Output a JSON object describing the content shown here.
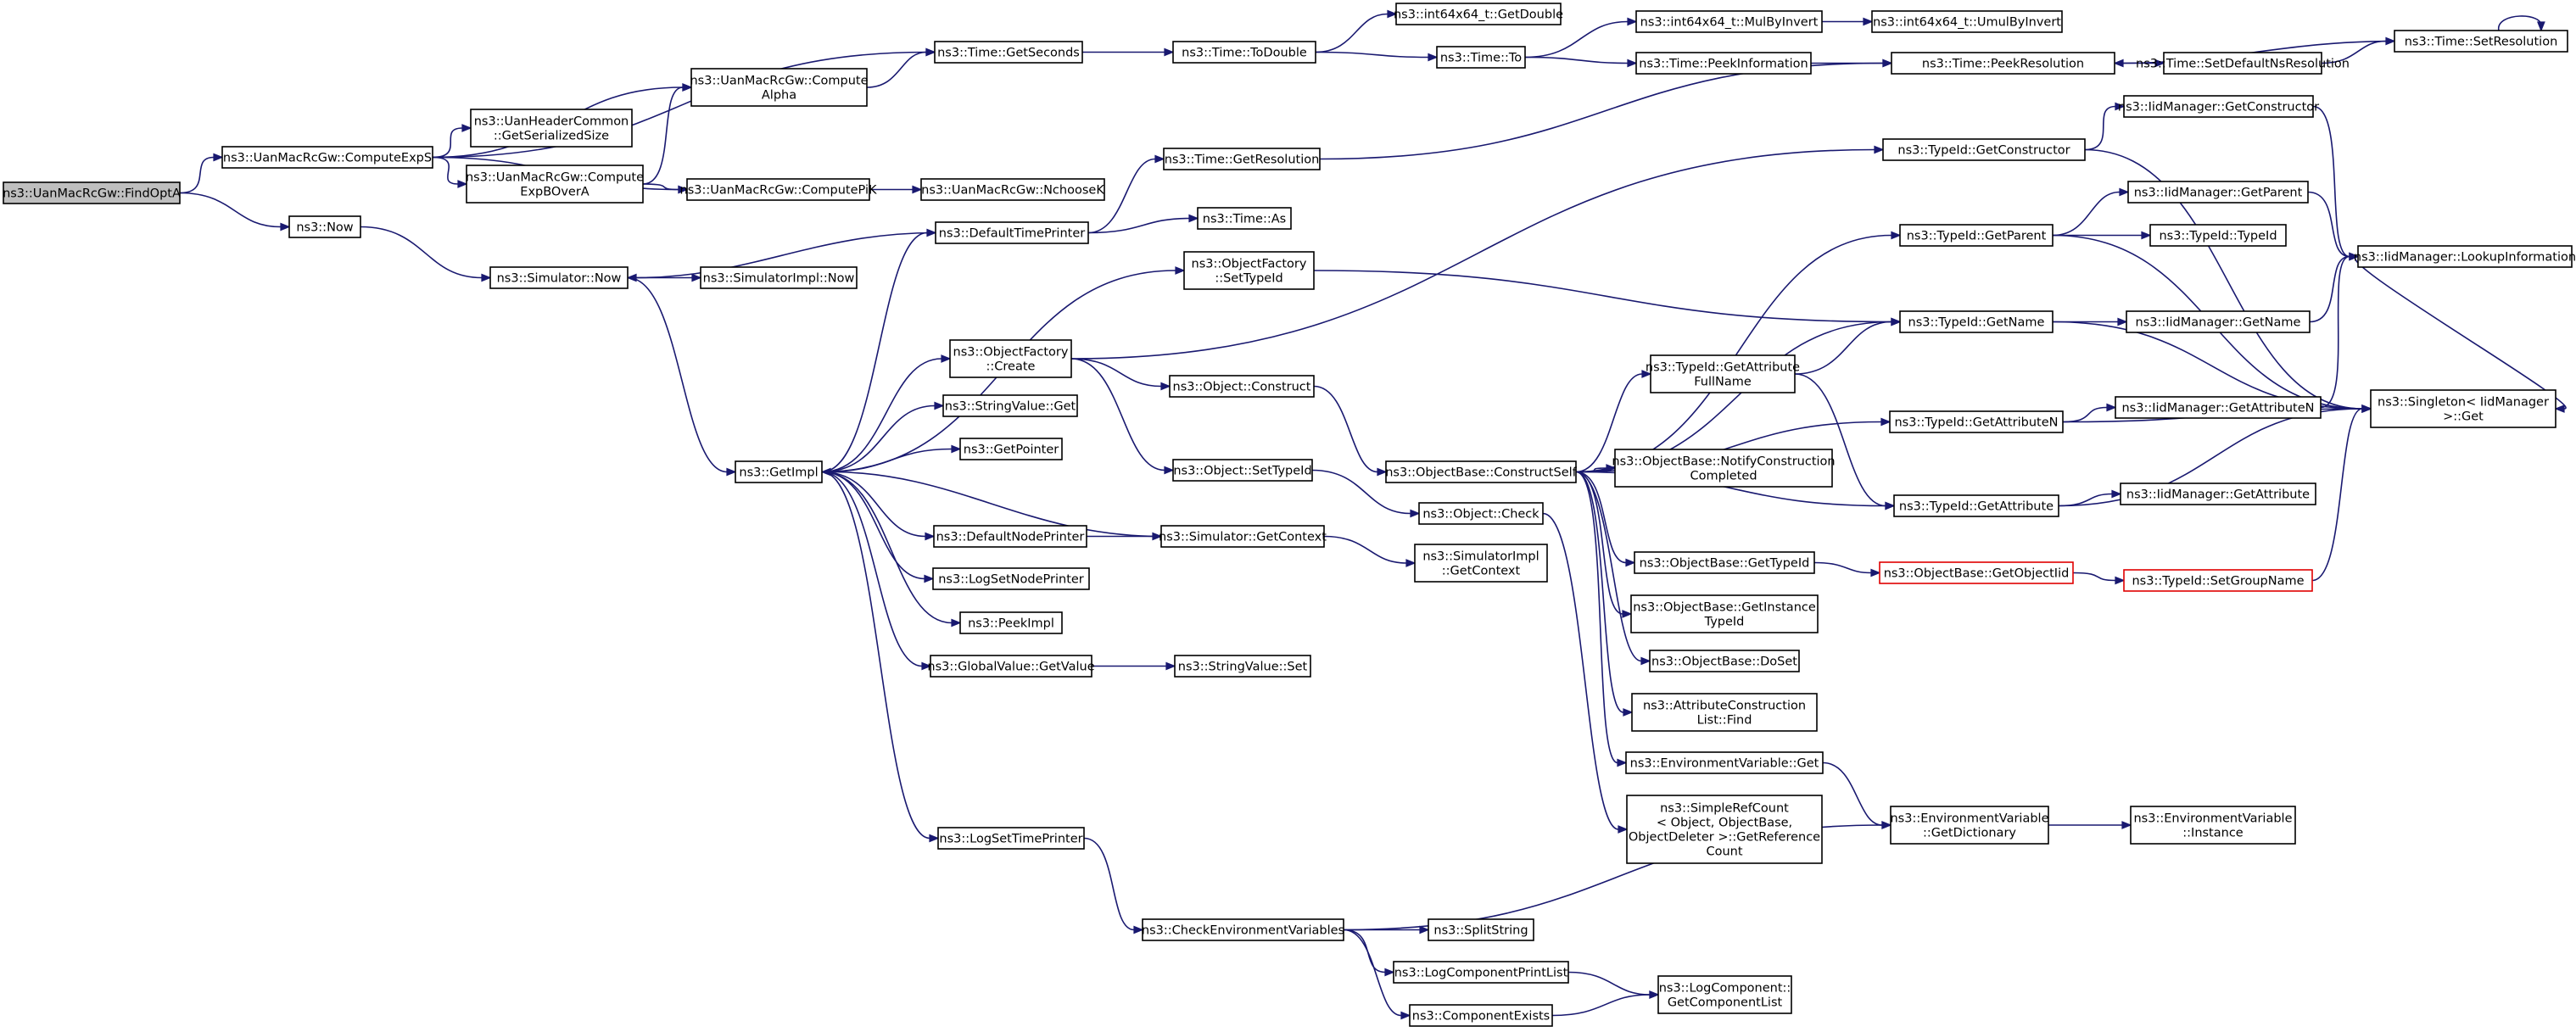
{
  "diagram": {
    "colors": {
      "edge": "#191970",
      "root_fill": "#bfbfbf",
      "highlight_border": "#e00000"
    },
    "nodes": [
      {
        "id": "n1",
        "label": [
          "ns3::UanMacRcGw::FindOptA"
        ],
        "style": "root"
      },
      {
        "id": "n2",
        "label": [
          "ns3::UanMacRcGw::ComputeExpS"
        ]
      },
      {
        "id": "n3",
        "label": [
          "ns3::Now"
        ]
      },
      {
        "id": "n4",
        "label": [
          "ns3::UanMacRcGw::Compute",
          "Alpha"
        ]
      },
      {
        "id": "n5",
        "label": [
          "ns3::UanHeaderCommon",
          "::GetSerializedSize"
        ]
      },
      {
        "id": "n6",
        "label": [
          "ns3::UanMacRcGw::Compute",
          "ExpBOverA"
        ]
      },
      {
        "id": "n7",
        "label": [
          "ns3::Time::GetSeconds"
        ]
      },
      {
        "id": "n8",
        "label": [
          "ns3::UanMacRcGw::ComputePiK"
        ]
      },
      {
        "id": "n9",
        "label": [
          "ns3::UanMacRcGw::NchooseK"
        ]
      },
      {
        "id": "n10",
        "label": [
          "ns3::Time::ToDouble"
        ]
      },
      {
        "id": "n11",
        "label": [
          "ns3::int64x64_t::GetDouble"
        ]
      },
      {
        "id": "n12",
        "label": [
          "ns3::Time::To"
        ]
      },
      {
        "id": "n13",
        "label": [
          "ns3::int64x64_t::MulByInvert"
        ]
      },
      {
        "id": "n14",
        "label": [
          "ns3::int64x64_t::UmulByInvert"
        ]
      },
      {
        "id": "n15",
        "label": [
          "ns3::Time::PeekInformation"
        ]
      },
      {
        "id": "n16",
        "label": [
          "ns3::Time::PeekResolution"
        ]
      },
      {
        "id": "n17",
        "label": [
          "ns3::Time::SetDefaultNsResolution"
        ]
      },
      {
        "id": "n18",
        "label": [
          "ns3::Time::SetResolution"
        ]
      },
      {
        "id": "n19",
        "label": [
          "ns3::Simulator::Now"
        ]
      },
      {
        "id": "n20",
        "label": [
          "ns3::SimulatorImpl::Now"
        ]
      },
      {
        "id": "n21",
        "label": [
          "ns3::DefaultTimePrinter"
        ]
      },
      {
        "id": "n22",
        "label": [
          "ns3::Time::GetResolution"
        ]
      },
      {
        "id": "n23",
        "label": [
          "ns3::Time::As"
        ]
      },
      {
        "id": "n24",
        "label": [
          "ns3::GetImpl"
        ]
      },
      {
        "id": "n25",
        "label": [
          "ns3::ObjectFactory",
          "::SetTypeId"
        ]
      },
      {
        "id": "n26",
        "label": [
          "ns3::ObjectFactory",
          "::Create"
        ]
      },
      {
        "id": "n27",
        "label": [
          "ns3::StringValue::Get"
        ]
      },
      {
        "id": "n28",
        "label": [
          "ns3::GetPointer"
        ]
      },
      {
        "id": "n29",
        "label": [
          "ns3::DefaultNodePrinter"
        ]
      },
      {
        "id": "n30",
        "label": [
          "ns3::LogSetNodePrinter"
        ]
      },
      {
        "id": "n31",
        "label": [
          "ns3::PeekImpl"
        ]
      },
      {
        "id": "n32",
        "label": [
          "ns3::GlobalValue::GetValue"
        ]
      },
      {
        "id": "n33",
        "label": [
          "ns3::LogSetTimePrinter"
        ]
      },
      {
        "id": "n34",
        "label": [
          "ns3::Object::Construct"
        ]
      },
      {
        "id": "n35",
        "label": [
          "ns3::Object::SetTypeId"
        ]
      },
      {
        "id": "n36",
        "label": [
          "ns3::Simulator::GetContext"
        ]
      },
      {
        "id": "n37",
        "label": [
          "ns3::StringValue::Set"
        ]
      },
      {
        "id": "n38",
        "label": [
          "ns3::CheckEnvironmentVariables"
        ]
      },
      {
        "id": "n39",
        "label": [
          "ns3::ObjectBase::ConstructSelf"
        ]
      },
      {
        "id": "n40",
        "label": [
          "ns3::Object::Check"
        ]
      },
      {
        "id": "n41",
        "label": [
          "ns3::SimulatorImpl",
          "::GetContext"
        ]
      },
      {
        "id": "n42",
        "label": [
          "ns3::SplitString"
        ]
      },
      {
        "id": "n43",
        "label": [
          "ns3::LogComponentPrintList"
        ]
      },
      {
        "id": "n44",
        "label": [
          "ns3::ComponentExists"
        ]
      },
      {
        "id": "n45",
        "label": [
          "ns3::TypeId::GetAttribute",
          "FullName"
        ]
      },
      {
        "id": "n46",
        "label": [
          "ns3::ObjectBase::NotifyConstruction",
          "Completed"
        ]
      },
      {
        "id": "n47",
        "label": [
          "ns3::ObjectBase::GetTypeId"
        ]
      },
      {
        "id": "n48",
        "label": [
          "ns3::ObjectBase::GetInstance",
          "TypeId"
        ]
      },
      {
        "id": "n49",
        "label": [
          "ns3::ObjectBase::DoSet"
        ]
      },
      {
        "id": "n50",
        "label": [
          "ns3::AttributeConstruction",
          "List::Find"
        ]
      },
      {
        "id": "n51",
        "label": [
          "ns3::EnvironmentVariable::Get"
        ]
      },
      {
        "id": "n52",
        "label": [
          "ns3::SimpleRefCount",
          "< Object, ObjectBase,",
          "ObjectDeleter >::GetReference",
          "Count"
        ]
      },
      {
        "id": "n53",
        "label": [
          "ns3::LogComponent::",
          "GetComponentList"
        ]
      },
      {
        "id": "n54",
        "label": [
          "ns3::TypeId::GetConstructor"
        ]
      },
      {
        "id": "n55",
        "label": [
          "ns3::TypeId::GetParent"
        ]
      },
      {
        "id": "n56",
        "label": [
          "ns3::TypeId::GetName"
        ]
      },
      {
        "id": "n57",
        "label": [
          "ns3::TypeId::GetAttributeN"
        ]
      },
      {
        "id": "n58",
        "label": [
          "ns3::TypeId::GetAttribute"
        ]
      },
      {
        "id": "n59",
        "label": [
          "ns3::ObjectBase::GetObjectIid"
        ],
        "style": "red"
      },
      {
        "id": "n60",
        "label": [
          "ns3::EnvironmentVariable",
          "::GetDictionary"
        ]
      },
      {
        "id": "n61",
        "label": [
          "ns3::IidManager::GetConstructor"
        ]
      },
      {
        "id": "n62",
        "label": [
          "ns3::IidManager::GetParent"
        ]
      },
      {
        "id": "n63",
        "label": [
          "ns3::TypeId::TypeId"
        ]
      },
      {
        "id": "n64",
        "label": [
          "ns3::IidManager::GetName"
        ]
      },
      {
        "id": "n65",
        "label": [
          "ns3::IidManager::GetAttributeN"
        ]
      },
      {
        "id": "n66",
        "label": [
          "ns3::IidManager::GetAttribute"
        ]
      },
      {
        "id": "n67",
        "label": [
          "ns3::TypeId::SetGroupName"
        ],
        "style": "red"
      },
      {
        "id": "n68",
        "label": [
          "ns3::EnvironmentVariable",
          "::Instance"
        ]
      },
      {
        "id": "n69",
        "label": [
          "ns3::IidManager::LookupInformation"
        ]
      },
      {
        "id": "n70",
        "label": [
          "ns3::Singleton< IidManager",
          ">::Get"
        ]
      }
    ],
    "edges": [
      [
        "n1",
        "n2"
      ],
      [
        "n1",
        "n3"
      ],
      [
        "n2",
        "n7"
      ],
      [
        "n2",
        "n4"
      ],
      [
        "n2",
        "n5"
      ],
      [
        "n2",
        "n6"
      ],
      [
        "n2",
        "n8"
      ],
      [
        "n4",
        "n7"
      ],
      [
        "n6",
        "n4"
      ],
      [
        "n6",
        "n8"
      ],
      [
        "n8",
        "n9"
      ],
      [
        "n7",
        "n10"
      ],
      [
        "n10",
        "n11"
      ],
      [
        "n10",
        "n12"
      ],
      [
        "n12",
        "n13"
      ],
      [
        "n12",
        "n15"
      ],
      [
        "n13",
        "n14"
      ],
      [
        "n15",
        "n16"
      ],
      [
        "n16",
        "n17"
      ],
      [
        "n17",
        "n18"
      ],
      [
        "n18",
        "n16"
      ],
      [
        "n18",
        "n18"
      ],
      [
        "n3",
        "n19"
      ],
      [
        "n19",
        "n20"
      ],
      [
        "n19",
        "n24"
      ],
      [
        "n21",
        "n19"
      ],
      [
        "n21",
        "n22"
      ],
      [
        "n21",
        "n23"
      ],
      [
        "n22",
        "n16"
      ],
      [
        "n24",
        "n21"
      ],
      [
        "n24",
        "n25"
      ],
      [
        "n24",
        "n26"
      ],
      [
        "n24",
        "n27"
      ],
      [
        "n24",
        "n28"
      ],
      [
        "n24",
        "n29"
      ],
      [
        "n24",
        "n30"
      ],
      [
        "n24",
        "n31"
      ],
      [
        "n24",
        "n32"
      ],
      [
        "n24",
        "n33"
      ],
      [
        "n25",
        "n56"
      ],
      [
        "n26",
        "n34"
      ],
      [
        "n26",
        "n35"
      ],
      [
        "n26",
        "n54"
      ],
      [
        "n29",
        "n36"
      ],
      [
        "n36",
        "n24"
      ],
      [
        "n36",
        "n41"
      ],
      [
        "n32",
        "n37"
      ],
      [
        "n33",
        "n38"
      ],
      [
        "n34",
        "n39"
      ],
      [
        "n35",
        "n40"
      ],
      [
        "n40",
        "n52"
      ],
      [
        "n38",
        "n60"
      ],
      [
        "n38",
        "n42"
      ],
      [
        "n38",
        "n43"
      ],
      [
        "n38",
        "n44"
      ],
      [
        "n43",
        "n53"
      ],
      [
        "n44",
        "n53"
      ],
      [
        "n39",
        "n55"
      ],
      [
        "n39",
        "n56"
      ],
      [
        "n39",
        "n45"
      ],
      [
        "n39",
        "n57"
      ],
      [
        "n39",
        "n46"
      ],
      [
        "n39",
        "n58"
      ],
      [
        "n39",
        "n47"
      ],
      [
        "n39",
        "n48"
      ],
      [
        "n39",
        "n49"
      ],
      [
        "n39",
        "n50"
      ],
      [
        "n39",
        "n51"
      ],
      [
        "n45",
        "n56"
      ],
      [
        "n45",
        "n58"
      ],
      [
        "n47",
        "n59"
      ],
      [
        "n51",
        "n60"
      ],
      [
        "n54",
        "n61"
      ],
      [
        "n54",
        "n70"
      ],
      [
        "n55",
        "n62"
      ],
      [
        "n55",
        "n63"
      ],
      [
        "n55",
        "n70"
      ],
      [
        "n56",
        "n64"
      ],
      [
        "n56",
        "n70"
      ],
      [
        "n57",
        "n65"
      ],
      [
        "n57",
        "n70"
      ],
      [
        "n58",
        "n66"
      ],
      [
        "n58",
        "n70"
      ],
      [
        "n59",
        "n67"
      ],
      [
        "n67",
        "n70"
      ],
      [
        "n60",
        "n68"
      ],
      [
        "n61",
        "n69"
      ],
      [
        "n62",
        "n69"
      ],
      [
        "n64",
        "n69"
      ],
      [
        "n65",
        "n69"
      ],
      [
        "n69",
        "n70"
      ]
    ]
  }
}
